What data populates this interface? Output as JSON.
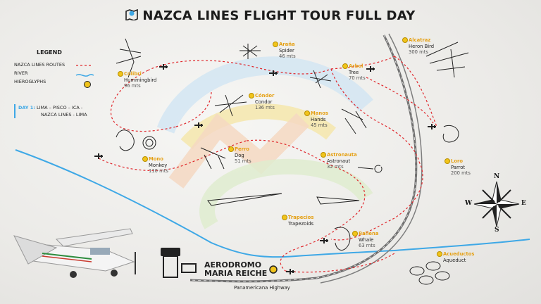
{
  "title": "NAZCA LINES FLIGHT TOUR FULL DAY",
  "legend": {
    "heading": "LEGEND",
    "items": [
      {
        "label": "NAZCA LINES ROUTES",
        "icon": "dashed-route-icon"
      },
      {
        "label": "RIVER",
        "icon": "river-wave-icon"
      },
      {
        "label": "HIEROGLYPHS",
        "icon": "yellow-dot-icon"
      }
    ]
  },
  "day": {
    "label": "DAY 1:",
    "line1": "LIMA – PISCO – ICA -",
    "line2": "NAZCA LINES - LIMA"
  },
  "sites": [
    {
      "id": "colibri",
      "name": "Colibri",
      "english": "Hummingbird",
      "height": "96 mts"
    },
    {
      "id": "arana",
      "name": "Araña",
      "english": "Spider",
      "height": "46 mts"
    },
    {
      "id": "alcatraz",
      "name": "Alcatraz",
      "english": "Heron Bird",
      "height": "300 mts"
    },
    {
      "id": "arbol",
      "name": "Arbol",
      "english": "Tree",
      "height": "70 mts"
    },
    {
      "id": "condor",
      "name": "Cóndor",
      "english": "Condor",
      "height": "136 mts"
    },
    {
      "id": "manos",
      "name": "Manos",
      "english": "Hands",
      "height": "45 mts"
    },
    {
      "id": "perro",
      "name": "Perro",
      "english": "Dog",
      "height": "51 mts"
    },
    {
      "id": "mono",
      "name": "Mono",
      "english": "Monkey",
      "height": "110 mts"
    },
    {
      "id": "astronauta",
      "name": "Astronauta",
      "english": "Astronaut",
      "height": "32 mts"
    },
    {
      "id": "loro",
      "name": "Loro",
      "english": "Parrot",
      "height": "200 mts"
    },
    {
      "id": "trapecios",
      "name": "Trapecios",
      "english": "Trapezoids",
      "height": ""
    },
    {
      "id": "ballena",
      "name": "Ballena",
      "english": "Whale",
      "height": "63 mts"
    },
    {
      "id": "acueductos",
      "name": "Acueductos",
      "english": "Aqueduct",
      "height": ""
    }
  ],
  "airport": {
    "line1": "AERODROMO",
    "line2": "MARIA REICHE"
  },
  "highway": "Panamericana Highway",
  "compass": {
    "n": "N",
    "s": "S",
    "e": "E",
    "w": "W"
  },
  "colors": {
    "route": "#e0262b",
    "river": "#3ea8e6",
    "dot": "#f1c41b",
    "label": "#e5a013",
    "road": "#6f6f6f"
  }
}
